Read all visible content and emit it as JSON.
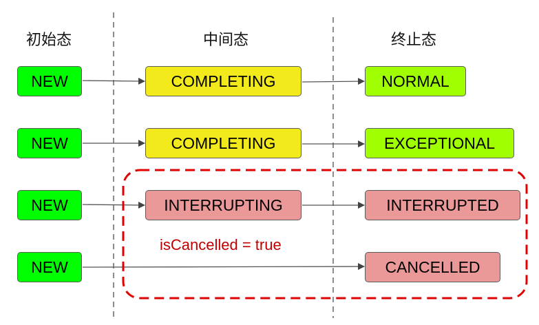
{
  "columns": {
    "initial": "初始态",
    "intermediate": "中间态",
    "final": "终止态"
  },
  "rows": [
    {
      "initial": "NEW",
      "intermediate": "COMPLETING",
      "final": "NORMAL"
    },
    {
      "initial": "NEW",
      "intermediate": "COMPLETING",
      "final": "EXCEPTIONAL"
    },
    {
      "initial": "NEW",
      "intermediate": "INTERRUPTING",
      "final": "INTERRUPTED"
    },
    {
      "initial": "NEW",
      "intermediate": "",
      "final": "CANCELLED"
    }
  ],
  "annotation": "isCancelled = true",
  "colors": {
    "initial": "#00ff00",
    "intermediate_yellow": "#f2ea1a",
    "final_green": "#a0ff00",
    "cancel_red": "#ea9898",
    "highlight_border": "#e00000",
    "annotation_text": "#c00000"
  }
}
